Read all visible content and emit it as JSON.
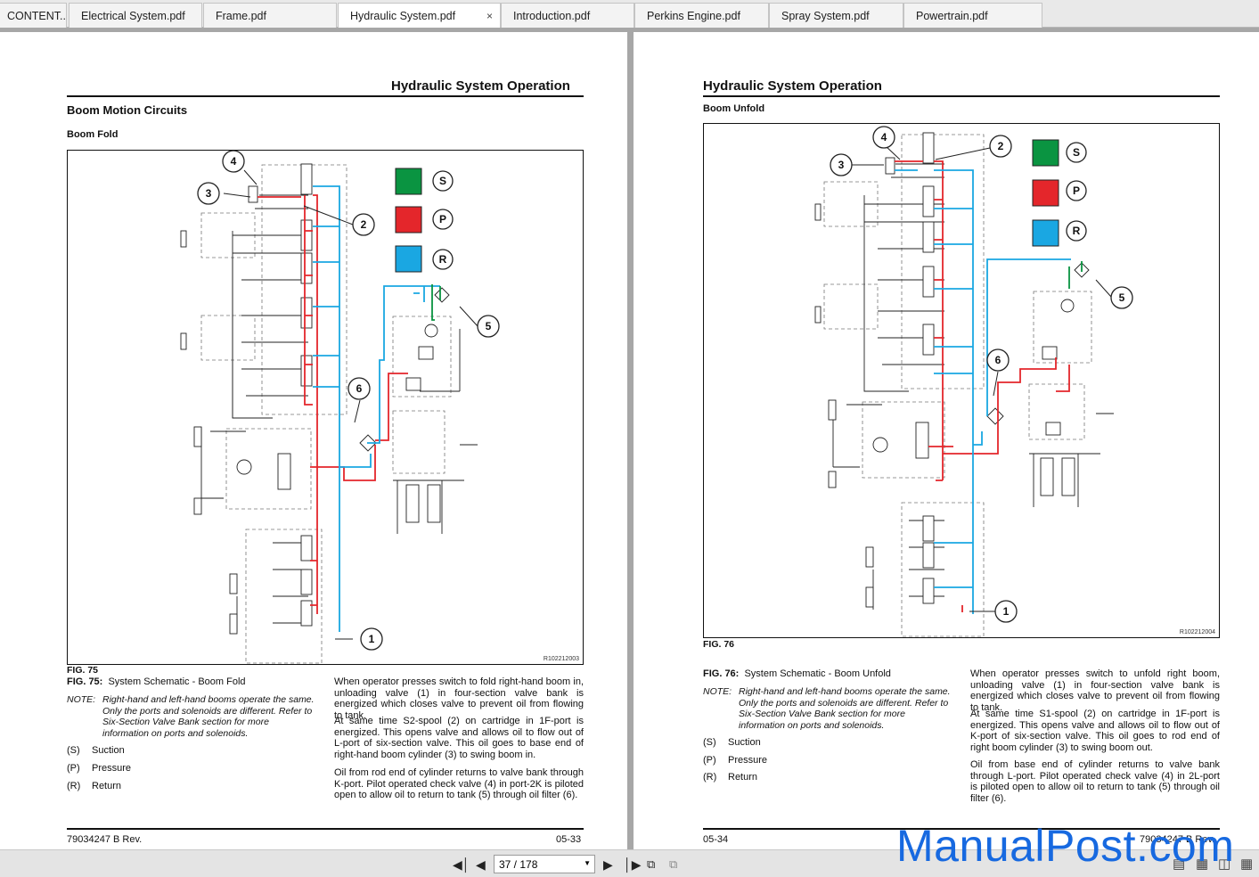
{
  "tabs": [
    {
      "label": "CONTENT...."
    },
    {
      "label": "Electrical System.pdf"
    },
    {
      "label": "Frame.pdf"
    },
    {
      "label": "Hydraulic System.pdf",
      "close": "×"
    },
    {
      "label": "Introduction.pdf"
    },
    {
      "label": "Perkins Engine.pdf"
    },
    {
      "label": "Spray System.pdf"
    },
    {
      "label": "Powertrain.pdf"
    }
  ],
  "left_page": {
    "header_title": "Hydraulic System Operation",
    "section_title": "Boom Motion Circuits",
    "subsection_title": "Boom Fold",
    "figure_code": "R102212003",
    "fig_label": "FIG. 75",
    "caption_label": "FIG. 75:",
    "caption_text": "System Schematic - Boom Fold",
    "note_label": "NOTE:",
    "note_text": "Right-hand and left-hand booms operate the same. Only the ports and solenoids are different. Refer to Six-Section Valve Bank section for more information on ports and solenoids.",
    "legend": [
      {
        "key": "(S)",
        "label": "Suction"
      },
      {
        "key": "(P)",
        "label": "Pressure"
      },
      {
        "key": "(R)",
        "label": "Return"
      }
    ],
    "paragraphs": [
      "When operator presses switch to fold right-hand boom in, unloading valve (1) in four-section valve bank is energized which closes valve to prevent oil from flowing to tank.",
      "At same time S2-spool (2) on cartridge in 1F-port is energized. This opens valve and allows oil to flow out of L-port of six-section valve. This oil goes to base end of right-hand boom cylinder (3) to swing boom in.",
      "Oil from rod end of cylinder returns to valve bank through K-port. Pilot operated check valve (4) in port-2K is piloted open to allow oil to return to tank (5) through oil filter (6)."
    ],
    "footer_left": "79034247 B Rev.",
    "footer_right": "05-33"
  },
  "right_page": {
    "header_title": "Hydraulic System Operation",
    "subsection_title": "Boom Unfold",
    "figure_code": "R102212004",
    "fig_label": "FIG. 76",
    "caption_label": "FIG. 76:",
    "caption_text": "System Schematic - Boom Unfold",
    "note_label": "NOTE:",
    "note_text": "Right-hand and left-hand booms operate the same. Only the ports and solenoids are different. Refer to Six-Section Valve Bank section for more information on ports and solenoids.",
    "legend": [
      {
        "key": "(S)",
        "label": "Suction"
      },
      {
        "key": "(P)",
        "label": "Pressure"
      },
      {
        "key": "(R)",
        "label": "Return"
      }
    ],
    "paragraphs": [
      "When operator presses switch to unfold right boom, unloading valve (1) in four-section valve bank is energized which closes valve to prevent oil from flowing to tank.",
      "At same time S1-spool (2) on cartridge in 1F-port is energized. This opens valve and allows oil to flow out of K-port of six-section valve. This oil goes to rod end of right boom cylinder (3) to swing boom out.",
      "Oil from base end of cylinder returns to valve bank through L-port. Pilot operated check valve (4) in 2L-port is piloted open to allow oil to return to tank (5) through oil filter (6)."
    ],
    "footer_left": "05-34",
    "footer_right": "79034247 B Rev."
  },
  "schematic_legend": [
    {
      "letter": "S",
      "color": "#0a9441"
    },
    {
      "letter": "P",
      "color": "#e4262b"
    },
    {
      "letter": "R",
      "color": "#1aa7e2"
    }
  ],
  "callouts": [
    "1",
    "2",
    "3",
    "4",
    "5",
    "6"
  ],
  "toolbar": {
    "first_icon": "first-page-icon",
    "prev_icon": "previous-page-icon",
    "page_value": "37 / 178",
    "next_icon": "next-page-icon",
    "last_icon": "last-page-icon"
  },
  "watermark": "ManualPost.com"
}
